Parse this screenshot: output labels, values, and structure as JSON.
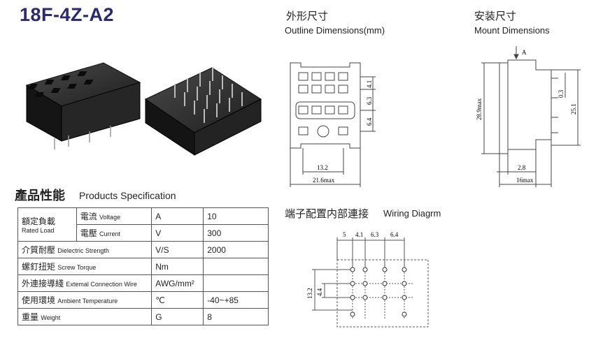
{
  "model": "18F-4Z-A2",
  "outline": {
    "title_cn": "外形尺寸",
    "title_en": "Outline Dimensions(mm)",
    "dim_41": "4.1",
    "dim_63": "6.3",
    "dim_64": "6.4",
    "dim_132": "13.2",
    "dim_216": "21.6max"
  },
  "mount": {
    "title_cn": "安装尺寸",
    "title_en": "Mount Dimensions",
    "arrow_label": "A",
    "dim_289": "28.9max",
    "dim_03": "0.3",
    "dim_251": "25.1",
    "dim_28": "2.8",
    "dim_16": "16max"
  },
  "spec": {
    "title_cn": "產品性能",
    "title_en": "Products Specification",
    "rated_cn": "額定負載",
    "rated_en": "Rated Load",
    "rows": [
      {
        "cn": "電流",
        "en": "Voltage",
        "unit": "A",
        "value": "10"
      },
      {
        "cn": "電壓",
        "en": "Current",
        "unit": "V",
        "value": "300"
      },
      {
        "cn": "介質耐壓",
        "en": "Dielectric Strength",
        "unit": "V/S",
        "value": "2000"
      },
      {
        "cn": "螺釘扭矩",
        "en": "Screw Torque",
        "unit": "Nm",
        "value": ""
      },
      {
        "cn": "外連接導綫",
        "en": "Extemal Connection Wire",
        "unit": "AWG/mm²",
        "value": ""
      },
      {
        "cn": "使用環境",
        "en": "Ambient Temperature",
        "unit": "℃",
        "value": "-40~+85"
      },
      {
        "cn": "重量",
        "en": "Weight",
        "unit": "G",
        "value": "8"
      }
    ]
  },
  "wiring": {
    "title_cn": "端子配置内部連接",
    "title_en": "Wiring Diagrm",
    "dim_5": "5",
    "dim_41": "4.1",
    "dim_63": "6.3",
    "dim_64": "6.4",
    "dim_132": "13.2",
    "dim_44": "4.4"
  }
}
